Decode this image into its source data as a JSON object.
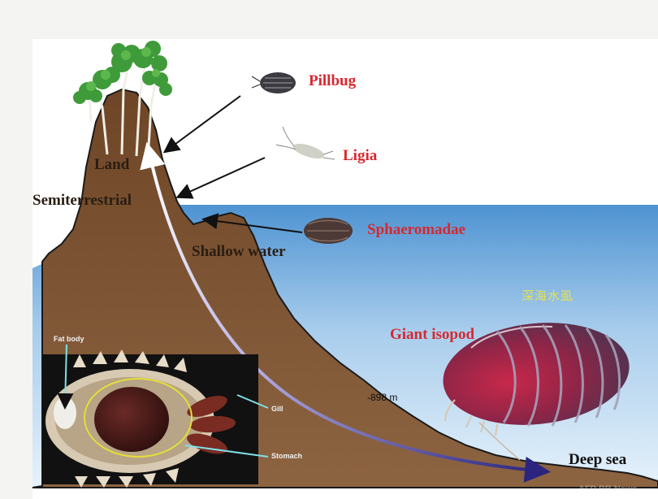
{
  "labels": {
    "pillbug": "Pillbug",
    "ligia": "Ligia",
    "sphaeromadae": "Sphaeromadae",
    "giant_isopod": "Giant isopod",
    "chinese_name": "深海水虱",
    "land": "Land",
    "semiterrestrial": "Semiterrestrial",
    "shallow_water": "Shallow water",
    "deep_sea": "Deep sea",
    "depth": "-898 m"
  },
  "inset": {
    "fat_body": "Fat body",
    "gill": "Gill",
    "stomach": "Stomach"
  },
  "watermark": "AFP BB News",
  "colors": {
    "red_label": "#d7282f",
    "mountain": "#7a5235",
    "sea_top": "#5f9fd6",
    "sea_bottom": "#ddeef9",
    "arrow_gradient_start": "#ffffff",
    "arrow_gradient_end": "#2b2580",
    "chinese_label": "#e8e24a",
    "inset_annotation": "#7fe0e6"
  }
}
